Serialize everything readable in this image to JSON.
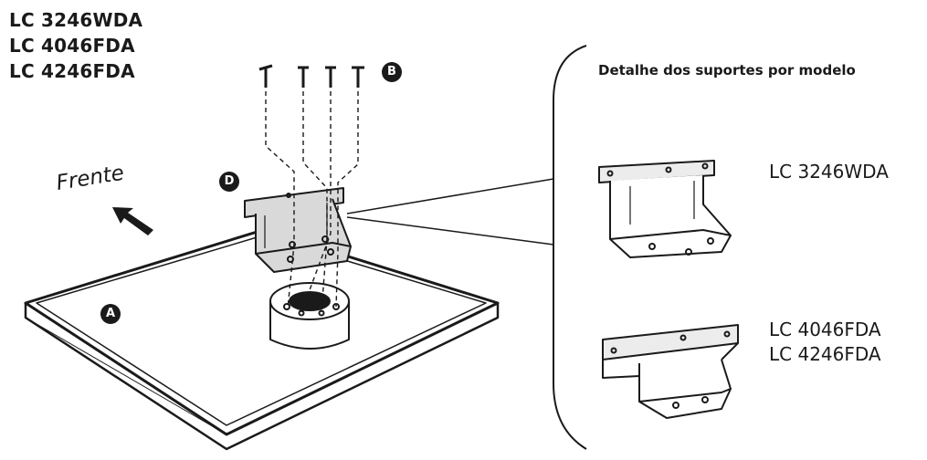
{
  "models": [
    "LC 3246WDA",
    "LC 4046FDA",
    "LC 4246FDA"
  ],
  "labels": {
    "front": "Frente",
    "detail_title": "Detalhe dos suportes por modelo"
  },
  "badges": {
    "base": "A",
    "screws": "B",
    "bracket": "D"
  },
  "details": [
    {
      "models": [
        "LC 3246WDA"
      ]
    },
    {
      "models": [
        "LC 4046FDA",
        "LC 4246FDA"
      ]
    }
  ],
  "colors": {
    "line": "#1a1a1a",
    "part_fill": "#d9d9d9",
    "part_fill_light": "#ececec",
    "background": "#ffffff"
  }
}
